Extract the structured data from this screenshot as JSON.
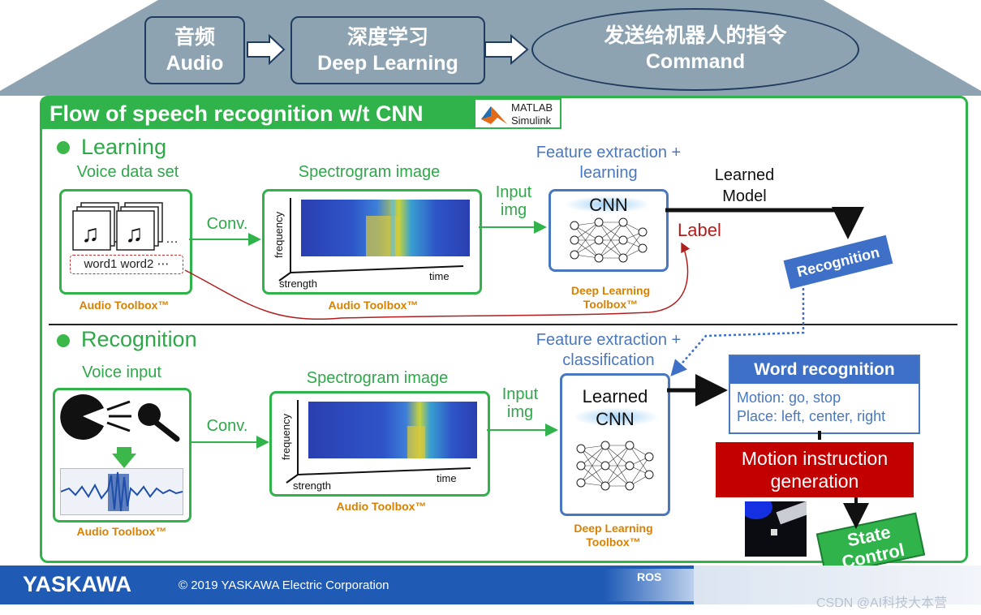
{
  "header": {
    "audio": {
      "cn": "音频",
      "en": "Audio"
    },
    "deep_learning": {
      "cn": "深度学习",
      "en": "Deep Learning"
    },
    "command": {
      "cn": "发送给机器人的指令",
      "en": "Command"
    }
  },
  "title": "Flow of speech recognition w/t CNN",
  "matlab_logo": {
    "line1": "MATLAB",
    "line2": "Simulink"
  },
  "learning": {
    "section": "Learning",
    "voice_data_set": "Voice data set",
    "conv": "Conv.",
    "spectrogram_image": "Spectrogram image",
    "input_img_1": "Input",
    "input_img_2": "img",
    "feature_1": "Feature extraction +",
    "feature_2": "learning",
    "cnn": "CNN",
    "learned_model_1": "Learned",
    "learned_model_2": "Model",
    "label": "Label",
    "recognition_box": "Recognition",
    "words": "word1  word2  ⋯",
    "ellipsis": "…",
    "axis_frequency": "frequency",
    "axis_time": "time",
    "axis_strength": "strength",
    "toolbox_audio_1": "Audio Toolbox™",
    "toolbox_audio_2": "Audio Toolbox™",
    "toolbox_dl_1": "Deep Learning",
    "toolbox_dl_2": "Toolbox™"
  },
  "recognition": {
    "section": "Recognition",
    "voice_input": "Voice input",
    "conv": "Conv.",
    "spectrogram_image": "Spectrogram image",
    "input_img_1": "Input",
    "input_img_2": "img",
    "feature_1": "Feature extraction +",
    "feature_2": "classification",
    "learned_cnn_1": "Learned",
    "learned_cnn_2": "CNN",
    "word_recognition_title": "Word recognition",
    "motion_line": "Motion: go, stop",
    "place_line": "Place: left, center, right",
    "motion_instruction_1": "Motion instruction",
    "motion_instruction_2": "generation",
    "state_control_1": "State",
    "state_control_2": "Control",
    "axis_frequency": "frequency",
    "axis_time": "time",
    "axis_strength": "strength",
    "toolbox_audio_1": "Audio Toolbox™",
    "toolbox_audio_2": "Audio Toolbox™",
    "toolbox_dl_1": "Deep Learning",
    "toolbox_dl_2": "Toolbox™"
  },
  "footer": {
    "company": "YASKAWA",
    "copyright": "© 2019 YASKAWA Electric Corporation",
    "ros": "ROS"
  },
  "watermark": "CSDN @AI科技大本营",
  "colors": {
    "green": "#2fb34a",
    "blue": "#4a78c0",
    "red": "#c30000",
    "footer_blue": "#1f5bb5",
    "roof_gray": "#8ea3b2"
  }
}
